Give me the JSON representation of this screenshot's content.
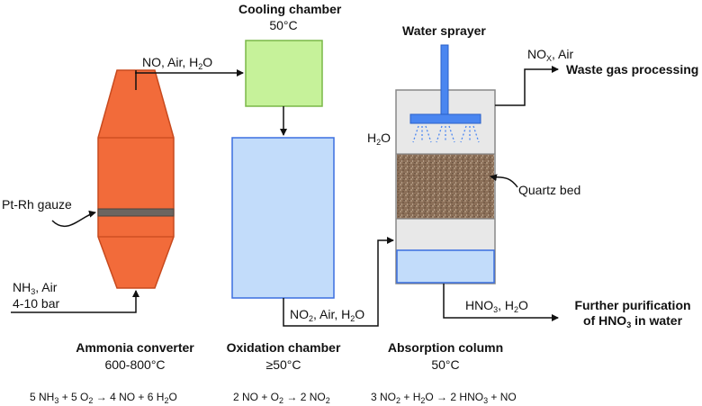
{
  "stages": {
    "cooling": {
      "title": "Cooling chamber",
      "temp": "50°C"
    },
    "water_sprayer": {
      "title": "Water sprayer"
    },
    "converter": {
      "title": "Ammonia converter",
      "temp": "600-800°C",
      "equation_parts": [
        "5 NH",
        "3",
        " + 5 O",
        "2",
        " → 4 NO + 6 H",
        "2",
        "O"
      ]
    },
    "oxidation": {
      "title": "Oxidation chamber",
      "temp": "≥50°C",
      "equation_parts": [
        "2 NO + O",
        "2",
        " → 2 NO",
        "2"
      ]
    },
    "absorption": {
      "title": "Absorption column",
      "temp": "50°C",
      "equation_parts": [
        "3 NO",
        "2",
        " + H",
        "2",
        "O → 2 HNO",
        "3",
        " + NO"
      ]
    }
  },
  "flows": {
    "no_air_h2o": "NO, Air, H2O",
    "no2_air_h2o": {
      "a": "NO",
      "sub": "2",
      "b": ", Air, H",
      "sub2": "2",
      "c": "O"
    },
    "nox_air": {
      "a": "NO",
      "sub": "X",
      "b": ", Air"
    },
    "waste": "Waste gas processing",
    "feed": {
      "a": "NH",
      "sub": "3",
      "b": ", Air",
      "pressure": "4-10 bar"
    },
    "hno3_h2o": {
      "a": "HNO",
      "sub": "3",
      "b": ", H",
      "sub2": "2",
      "c": "O"
    },
    "purification_1": "Further purification",
    "purification_2a": "of HNO",
    "purification_2sub": "3",
    "purification_2b": " in water",
    "h2o_spray": {
      "a": "H",
      "sub": "2",
      "b": "O"
    }
  },
  "labels": {
    "gauze": "Pt-Rh gauze",
    "quartz": "Quartz bed"
  },
  "colors": {
    "converter_fill": "#f26b3a",
    "converter_stroke": "#c84a1e",
    "gauze": "#6b6560",
    "cooling_fill": "#c6f29a",
    "oxidation_fill": "#c2dcfa",
    "vessel_stroke": "#3b6fe0",
    "absorber_fill": "#e8e8e8",
    "absorber_stroke": "#888888",
    "sprayer": "#4a86f0",
    "quartz": "#8b6f58"
  }
}
